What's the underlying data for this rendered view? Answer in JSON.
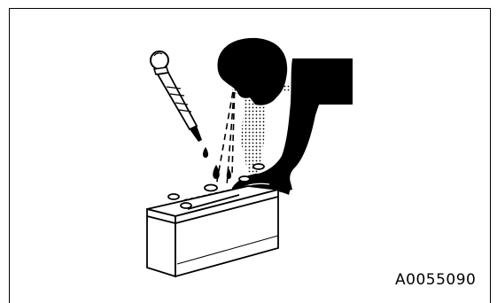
{
  "figure": {
    "code": "A0055090"
  },
  "icons": {
    "head": "person-head-silhouette",
    "arm": "arm-silhouette",
    "hand": "hand-silhouette",
    "hydrometer": "hydrometer-dropper",
    "battery": "car-battery",
    "spray": "dotted-spray-mist",
    "sightline": "dashed-eye-line",
    "drop": "electrolyte-drop"
  },
  "colors": {
    "ink": "#000000",
    "paper": "#ffffff"
  }
}
